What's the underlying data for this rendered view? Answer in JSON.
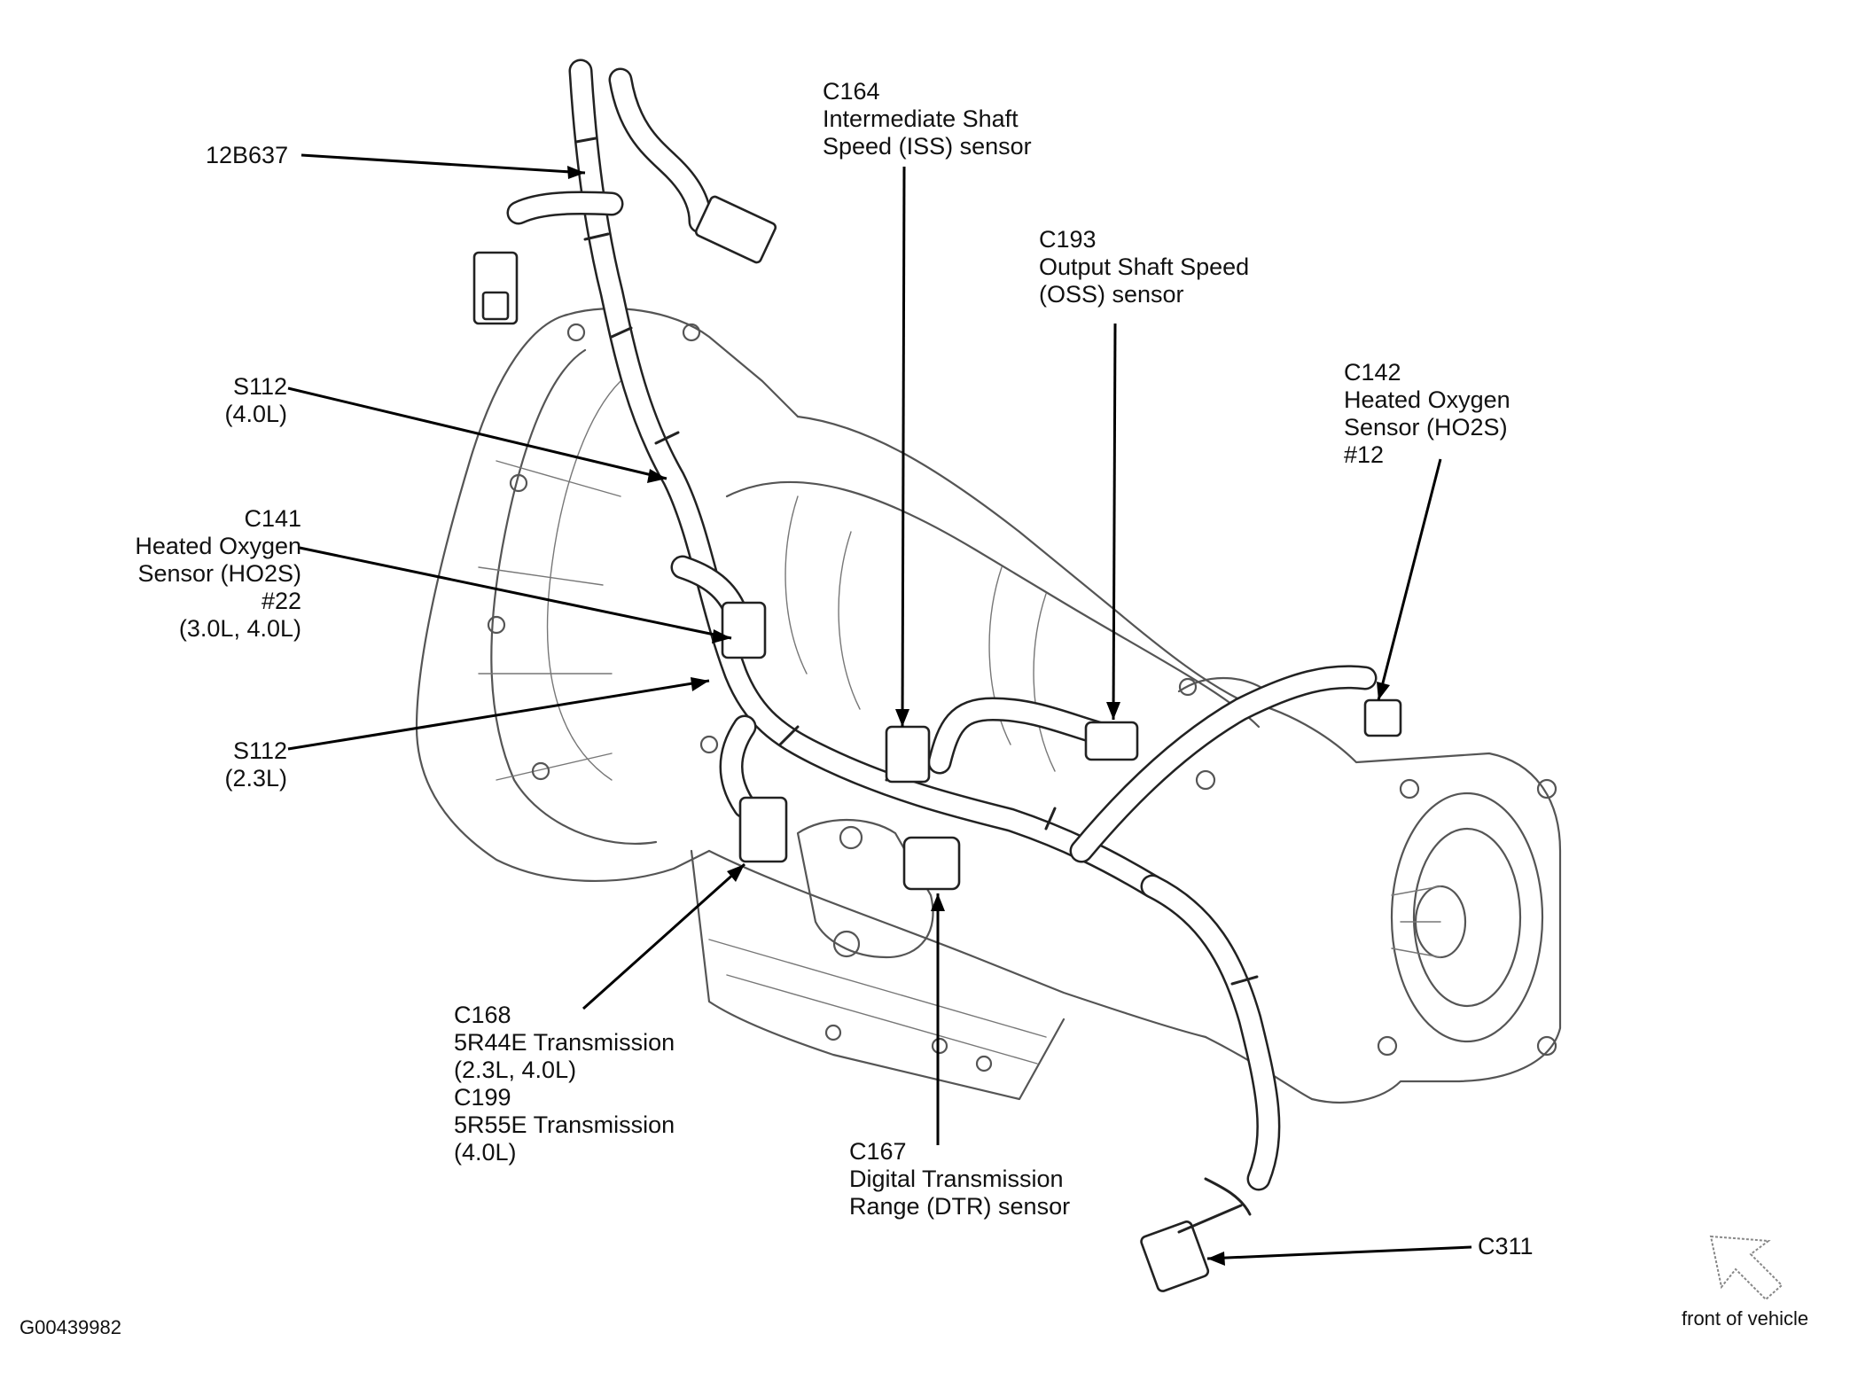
{
  "labels": {
    "harness_part": "12B637",
    "s112_40": [
      "S112",
      "(4.0L)"
    ],
    "c141": [
      "C141",
      "Heated Oxygen",
      "Sensor (HO2S)",
      "#22",
      "(3.0L, 4.0L)"
    ],
    "s112_23": [
      "S112",
      "(2.3L)"
    ],
    "c164": [
      "C164",
      "Intermediate Shaft",
      "Speed (ISS) sensor"
    ],
    "c193": [
      "C193",
      "Output Shaft Speed",
      "(OSS) sensor"
    ],
    "c142": [
      "C142",
      "Heated Oxygen",
      "Sensor (HO2S)",
      "#12"
    ],
    "c168_c199": [
      "C168",
      "5R44E Transmission",
      "(2.3L, 4.0L)",
      "C199",
      "5R55E Transmission",
      "(4.0L)"
    ],
    "c167": [
      "C167",
      "Digital Transmission",
      "Range (DTR) sensor"
    ],
    "c311": "C311",
    "front_of_vehicle": "front of vehicle",
    "figure_id": "G00439982"
  },
  "icons": {
    "orientation_arrow": "front-of-vehicle-arrow-icon"
  }
}
